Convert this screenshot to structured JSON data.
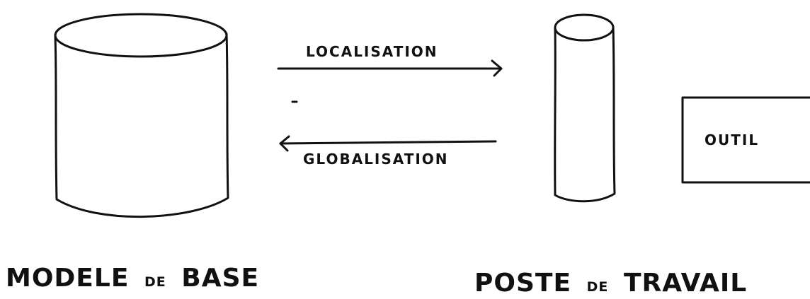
{
  "colors": {
    "ink": "#111111",
    "paper": "#ffffff"
  },
  "arrows": {
    "top_label": "LOCALISATION",
    "bottom_label": "GLOBALISATION"
  },
  "tool_box": {
    "label": "OUTIL"
  },
  "base_model": {
    "title_main": "MODELE",
    "title_particle": "DE",
    "title_end": "BASE"
  },
  "workstation": {
    "title_main": "POSTE",
    "title_particle": "DE",
    "title_end": "TRAVAIL"
  }
}
